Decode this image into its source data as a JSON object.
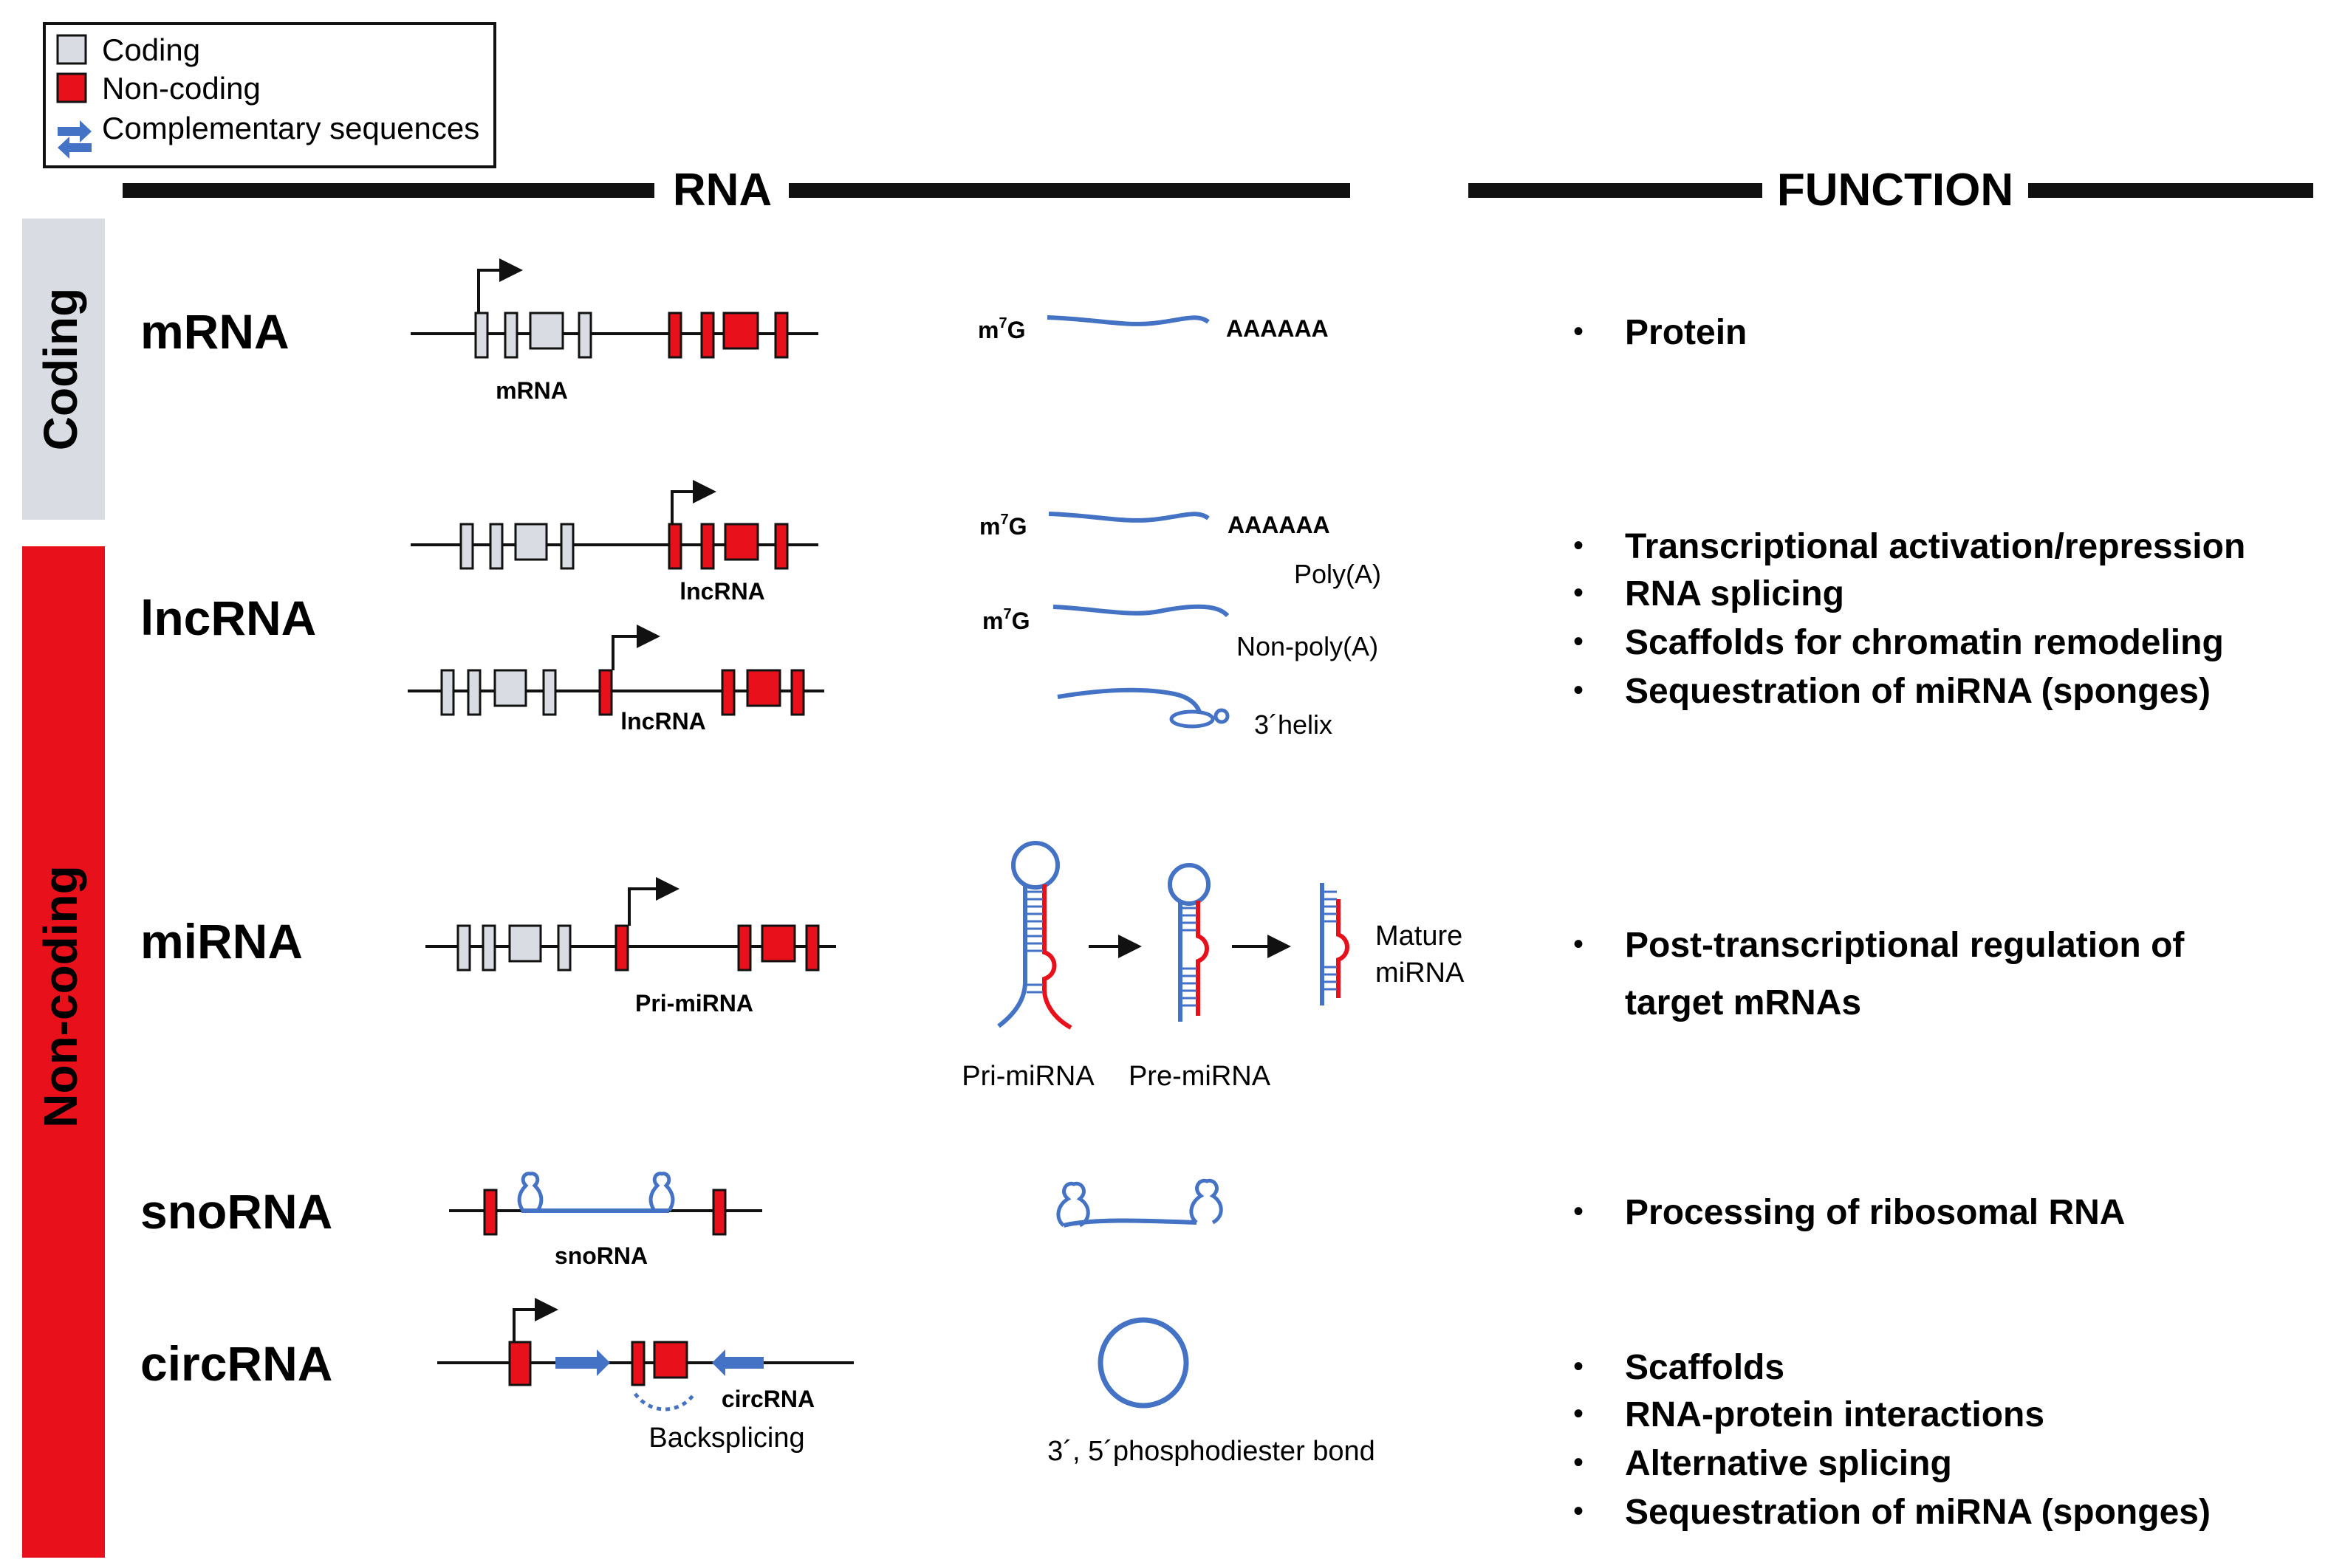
{
  "legend": {
    "items": [
      {
        "label": "Coding",
        "color": "#d9dde3"
      },
      {
        "label": "Non-coding",
        "color": "#e8111b"
      },
      {
        "label": "Complementary sequences",
        "color": "#4472c4"
      }
    ]
  },
  "headers": {
    "rna": "RNA",
    "function": "FUNCTION"
  },
  "categories": {
    "coding": "Coding",
    "non_coding": "Non-coding"
  },
  "colors": {
    "coding": "#d9dde3",
    "non_coding": "#e8111b",
    "rna_strand": "#4472c4",
    "black": "#111111"
  },
  "rows": {
    "mrna": {
      "name": "mRNA",
      "gene_label": "mRNA",
      "cap": "m7G",
      "tail": "AAAAAA",
      "functions": [
        "Protein"
      ]
    },
    "lncrna": {
      "name": "lncRNA",
      "gene_label_1": "lncRNA",
      "gene_label_2": "lncRNA",
      "cap_1": "m7G",
      "tail_1": "AAAAAA",
      "label_polya": "Poly(A)",
      "cap_2": "m7G",
      "label_nonpolya": "Non-poly(A)",
      "label_helix": "3´helix",
      "functions": [
        "Transcriptional activation/repression",
        "RNA splicing",
        "Scaffolds for chromatin remodeling",
        "Sequestration of miRNA (sponges)"
      ]
    },
    "mirna": {
      "name": "miRNA",
      "gene_label": "Pri-miRNA",
      "label_pri": "Pri-miRNA",
      "label_pre": "Pre-miRNA",
      "label_mature_1": "Mature",
      "label_mature_2": "miRNA",
      "functions": [
        "Post-transcriptional regulation of",
        "target mRNAs"
      ]
    },
    "snorna": {
      "name": "snoRNA",
      "gene_label": "snoRNA",
      "functions": [
        "Processing of ribosomal RNA"
      ]
    },
    "circrna": {
      "name": "circRNA",
      "gene_label": "circRNA",
      "label_backsplicing": "Backsplicing",
      "label_bond": "3´, 5´phosphodiester bond",
      "functions": [
        "Scaffolds",
        "RNA-protein interactions",
        "Alternative splicing",
        "Sequestration of miRNA (sponges)"
      ]
    }
  }
}
